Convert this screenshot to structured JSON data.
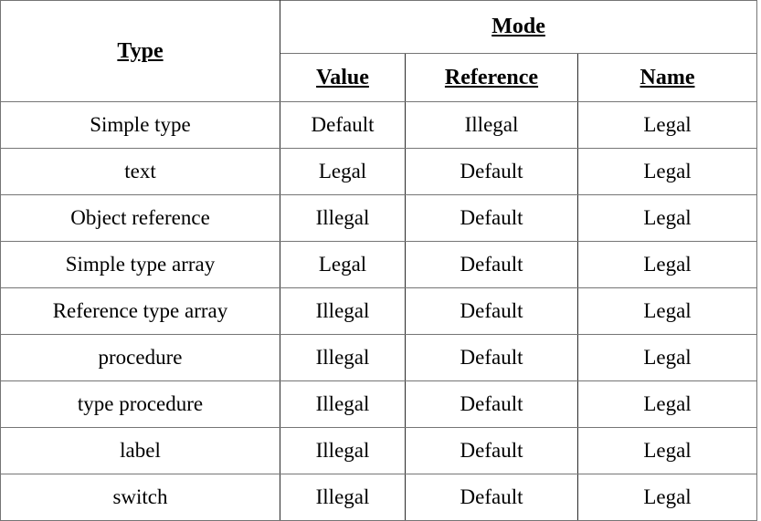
{
  "table": {
    "corner_header": "Type",
    "group_header": "Mode",
    "mode_columns": [
      "Value",
      "Reference",
      "Name"
    ],
    "rows": [
      {
        "type": "Simple type",
        "value": "Default",
        "reference": "Illegal",
        "name": "Legal"
      },
      {
        "type": "text",
        "value": "Legal",
        "reference": "Default",
        "name": "Legal"
      },
      {
        "type": "Object reference",
        "value": "Illegal",
        "reference": "Default",
        "name": "Legal"
      },
      {
        "type": "Simple type array",
        "value": "Legal",
        "reference": "Default",
        "name": "Legal"
      },
      {
        "type": "Reference type array",
        "value": "Illegal",
        "reference": "Default",
        "name": "Legal"
      },
      {
        "type": "procedure",
        "value": "Illegal",
        "reference": "Default",
        "name": "Legal"
      },
      {
        "type": "type procedure",
        "value": "Illegal",
        "reference": "Default",
        "name": "Legal"
      },
      {
        "type": "label",
        "value": "Illegal",
        "reference": "Default",
        "name": "Legal"
      },
      {
        "type": "switch",
        "value": "Illegal",
        "reference": "Default",
        "name": "Legal"
      }
    ]
  },
  "colors": {
    "text": "#000000",
    "background": "#ffffff",
    "outer_border": "#757575",
    "inner_border": "#2a2a2a",
    "top_border": "#000000"
  }
}
